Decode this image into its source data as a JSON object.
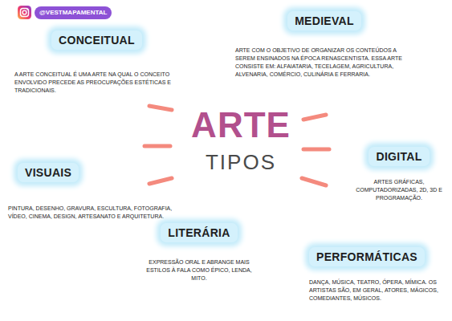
{
  "diagram": {
    "nodes": [
      {
        "text": [
          "CONCEITUAL",
          "A ARTE CONCEITUAL É UMA ARTE NA QUAL O CONCEITO ENVOLVIDO PRECEDE AS PREOCUPAÇÕES ESTÉTICAS E TRADICIONAIS."
        ]
      },
      {
        "text": [
          "MEDIEVAL",
          "ARTE COM O OBJETIVO DE ORGANIZAR OS CONTEÚDOS A SEREM ENSINADOS NA ÉPOCA RENASCENTISTA. ESSA ARTE CONSISTE EM: ALFAIATARIA, TECELAGEM, AGRICULTURA, ALVENARIA, COMÉRCIO, CULINÁRIA E FERRARIA."
        ]
      },
      {
        "text": [
          "ARTE",
          "TIPOS"
        ]
      },
      {
        "text": [
          "VISUAIS",
          "PINTURA, DESENHO, GRAVURA, ESCULTURA, FOTOGRAFIA, VÍDEO, CINEMA, DESIGN, ARTESANATO E ARQUITETURA."
        ]
      },
      {
        "text": [
          "DIGITAL",
          "ARTES GRÁFICAS, COMPUTADORIZADAS, 2D, 3D E PROGRAMAÇÃO."
        ]
      },
      {
        "text": [
          "LITERÁRIA",
          "EXPRESSÃO ORAL E ABRANGE MAIS ESTILOS À FALA COMO ÉPICO, LENDA, MITO."
        ]
      },
      {
        "text": [
          "PERFORMÁTICAS",
          "DANÇA, MÚSICA, TEATRO, ÓPERA, MÍMICA. OS ARTISTAS SÃO, EM GERAL, ATORES, MÁGICOS, COMEDIANTES, MÚSICOS."
        ]
      }
    ],
    "labels": [
      "@VESTMAPAMENTAL"
    ]
  }
}
